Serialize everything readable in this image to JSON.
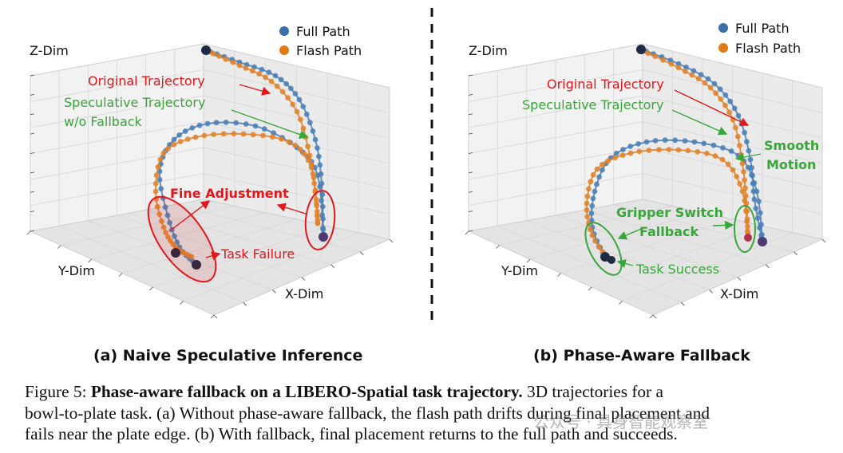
{
  "panels": [
    {
      "label": "(a) Naive Speculative Inference",
      "axes": {
        "z": "Z-Dim",
        "y": "Y-Dim",
        "x": "X-Dim"
      },
      "legend": [
        {
          "name": "Full Path",
          "color": "#3b6ea5"
        },
        {
          "name": "Flash Path",
          "color": "#e07b14"
        }
      ],
      "annotations": {
        "original": "Original Trajectory",
        "speculative_1": "Speculative Trajectory",
        "speculative_2": "w/o Fallback",
        "fine": "Fine Adjustment",
        "failure": "Task Failure"
      }
    },
    {
      "label": "(b) Phase-Aware Fallback",
      "axes": {
        "z": "Z-Dim",
        "y": "Y-Dim",
        "x": "X-Dim"
      },
      "legend": [
        {
          "name": "Full Path",
          "color": "#3b6ea5"
        },
        {
          "name": "Flash Path",
          "color": "#e07b14"
        }
      ],
      "annotations": {
        "original": "Original Trajectory",
        "speculative": "Speculative Trajectory",
        "smooth_1": "Smooth",
        "smooth_2": "Motion",
        "gripper_1": "Gripper Switch",
        "gripper_2": "Fallback",
        "success": "Task Success"
      }
    }
  ],
  "colors": {
    "full": "#4a7fb5",
    "flash": "#e0832a",
    "red": "#e3161b",
    "green": "#3aa53a"
  },
  "caption": {
    "prefix": "Figure 5: ",
    "title": "Phase-aware fallback on a LIBERO-Spatial task trajectory.",
    "line1_rest": " 3D trajectories for a",
    "line2": "bowl-to-plate task. (a) Without phase-aware fallback, the flash path drifts during final placement and",
    "line3": "fails near the plate edge. (b) With fallback, final placement returns to the full path and succeeds."
  },
  "watermark": "公众号 · 具身智能观察室"
}
